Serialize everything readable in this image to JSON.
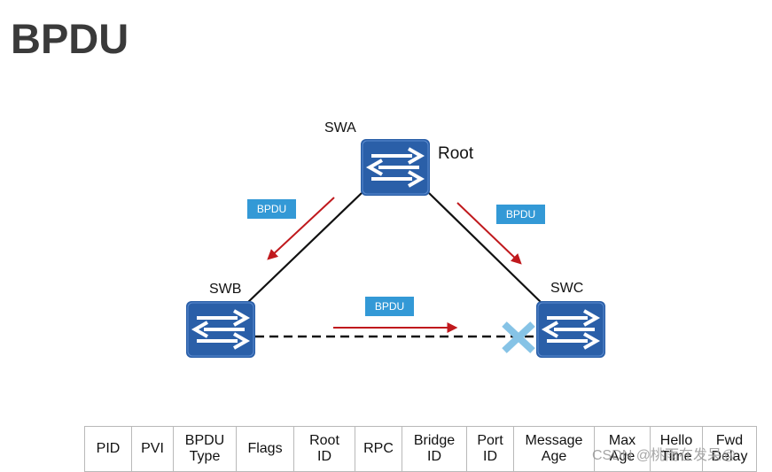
{
  "title": "BPDU",
  "switches": {
    "swa": "SWA",
    "swb": "SWB",
    "swc": "SWC"
  },
  "root_label": "Root",
  "badges": {
    "left": "BPDU",
    "right": "BPDU",
    "bottom": "BPDU"
  },
  "fields": [
    "PID",
    "PVI",
    "BPDU\nType",
    "Flags",
    "Root\nID",
    "RPC",
    "Bridge\nID",
    "Port\nID",
    "Message\nAge",
    "Max\nAge",
    "Hello\nTime",
    "Fwd\nDelay"
  ],
  "watermark": "CSDN @桃雨在发呆@",
  "colors": {
    "switch": "#2a5fa8",
    "arrow": "#c0191d",
    "badge": "#3399d6",
    "blocked_port": "#86c3e6"
  },
  "icons": [
    "switch-icon",
    "blocked-port-x-icon"
  ]
}
